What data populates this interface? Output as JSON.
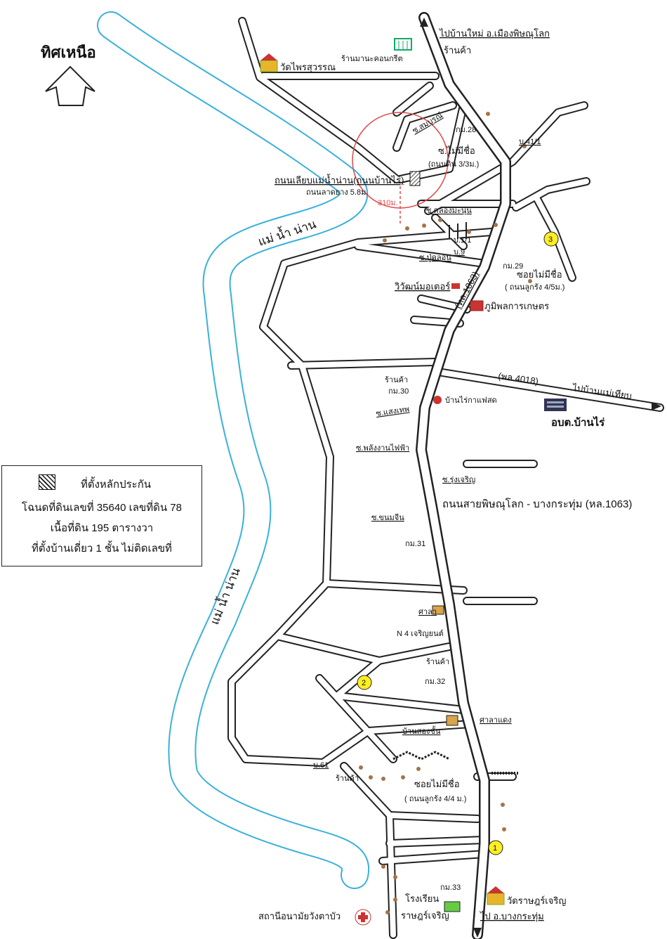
{
  "north": {
    "label": "ทิศเหนือ"
  },
  "roads": {
    "to_ban_mai": "ไปบ้านใหม่ อ.เมืองพิษณุโลก",
    "to_bang_krathum": "ไป อ.บางกระทุ่ม",
    "to_mae_thiap": "ไปบ้านแม่เทียบ",
    "pl4018": "(พล.4018)",
    "hl1063": "(หล.1063)",
    "main_road": "ถนนสายพิษณุโลก - บางกระทุ่ม (หล.1063)",
    "river_road": "ถนนเลียบแม่น้ำน่าน(ถนนบ้านไร่)",
    "river_road_sub": "ถนนลาดยาง 5.8ม.",
    "soi_no_name_1": "ซ.ไม่มีชื่อ",
    "soi_no_name_1_sub": "(ถนนดิน 3/3ม.)",
    "soi_no_name_3": "ซอยไม่มีชื่อ",
    "soi_no_name_3_sub": "( ถนนลูกรัง 4/5ม.)",
    "soi_no_name_2": "ซอยไม่มีชื่อ",
    "soi_no_name_2_sub": "( ถนนลูกรัง 4/4 ม.)",
    "distance": "310ม."
  },
  "sois": {
    "somboon": "ซ.สมบูรณ์",
    "khlong": "ซ.คลองมะนุ่น",
    "bu": "ซ.ปู่คลอน",
    "saengtho": "ซ.แสงเทพ",
    "electric": "ซ.พลังงานไฟฟ้า",
    "rungcharoen": "ซ.รุ่งเจริญ",
    "khanomchin": "ซ.ขนมจีน"
  },
  "markers": {
    "km28": "กม.28",
    "km29": "กม.29",
    "km30": "กม.30",
    "km31": "กม.31",
    "km32": "กม.32",
    "km33": "กม.33",
    "b41_1": "บ.41/1",
    "b1_1": "บ.1/1",
    "b9": "บ.9",
    "b61": "บ.61"
  },
  "places": {
    "wat_phrai": "วัดไพรสุวรรณ",
    "concrete_shop": "ร้านมานะคอนกรีต",
    "shop": "ร้านค้า",
    "wiwat_motor": "วิวัฒน์มอเตอร์",
    "phumiphol": "ภูมิพลการเกษตร",
    "coffee": "บ้านไร่กาแฟสด",
    "obt": "อบต.บ้านไร่",
    "sala": "ศาลา",
    "n4": "N 4 เจริญยนต์",
    "sala_daeng": "ศาลาแดง",
    "two_storey": "บ้านสองชั้น",
    "school_1": "โรงเรียน",
    "school_2": "ราษฎร์เจริญ",
    "wat_rat": "วัดราษฎร์เจริญ",
    "health": "สถานีอนามัยวังตาบัว"
  },
  "rivers": {
    "label_1": "แม่ น้ำ น่าน",
    "label_2": "แม่ น้ำ น่าน"
  },
  "points": {
    "p1": "1",
    "p2": "2",
    "p3": "3"
  },
  "legend": {
    "line1": "ที่ตั้งหลักประกัน",
    "line2": "โฉนดที่ดินเลขที่ 35640 เลขที่ดิน 78",
    "line3": "เนื้อที่ดิน 195 ตารางวา",
    "line4": "ที่ตั้งบ้านเดี่ยว 1 ชั้น  ไม่ติดเลขที่"
  },
  "colors": {
    "river": "#3ab0dc",
    "circle": "#e04a4a",
    "point": "#ffee22"
  }
}
